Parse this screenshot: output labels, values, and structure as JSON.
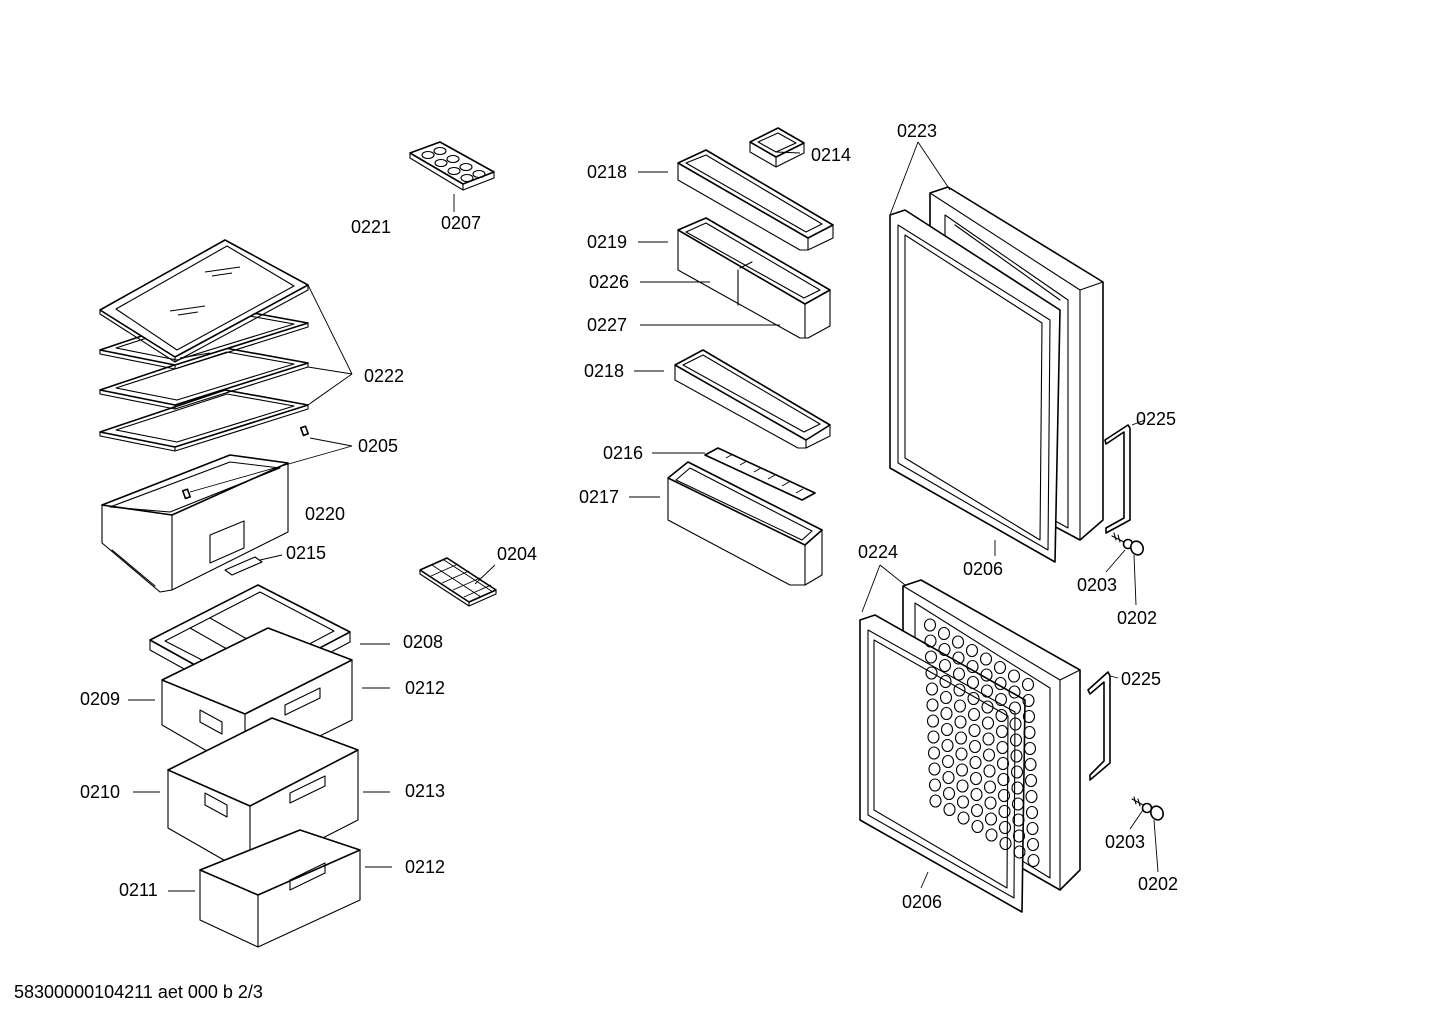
{
  "labels": {
    "p0221": "0221",
    "p0207": "0207",
    "p0222": "0222",
    "p0205": "0205",
    "p0220": "0220",
    "p0215": "0215",
    "p0204": "0204",
    "p0208": "0208",
    "p0209": "0209",
    "p0212a": "0212",
    "p0210": "0210",
    "p0213": "0213",
    "p0211": "0211",
    "p0212b": "0212",
    "p0218a": "0218",
    "p0214": "0214",
    "p0219": "0219",
    "p0226": "0226",
    "p0227": "0227",
    "p0218b": "0218",
    "p0216": "0216",
    "p0217": "0217",
    "p0223": "0223",
    "p0225a": "0225",
    "p0206a": "0206",
    "p0203a": "0203",
    "p0202a": "0202",
    "p0224": "0224",
    "p0225b": "0225",
    "p0203b": "0203",
    "p0202b": "0202",
    "p0206b": "0206"
  },
  "footer": "58300000104211 aet 000 b 2/3"
}
